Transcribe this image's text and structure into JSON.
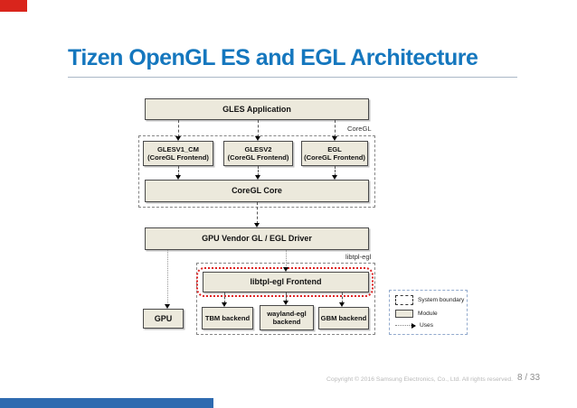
{
  "slide": {
    "title": "Tizen OpenGL ES and EGL Architecture",
    "copyright": "Copyright © 2016 Samsung Electronics, Co., Ltd. All rights reserved.",
    "page_number": "8 / 33"
  },
  "diagram": {
    "nodes": {
      "gles_app": {
        "label": "GLES Application"
      },
      "glesv1": {
        "line1": "GLESV1_CM",
        "line2": "(CoreGL Frontend)"
      },
      "glesv2": {
        "line1": "GLESV2",
        "line2": "(CoreGL Frontend)"
      },
      "egl": {
        "line1": "EGL",
        "line2": "(CoreGL Frontend)"
      },
      "coregl_core": {
        "label": "CoreGL Core"
      },
      "gpu_vendor": {
        "label": "GPU Vendor GL / EGL Driver"
      },
      "libtpl_frontend": {
        "label": "libtpl-egl Frontend"
      },
      "gpu": {
        "label": "GPU"
      },
      "tbm": {
        "label": "TBM backend"
      },
      "wayland": {
        "line1": "wayland-egl",
        "line2": "backend"
      },
      "gbm": {
        "label": "GBM backend"
      }
    },
    "boundaries": {
      "coregl": {
        "label": "CoreGL"
      },
      "libtpl": {
        "label": "libtpl-egl"
      }
    },
    "legend": {
      "system_boundary": "System boundary",
      "module": "Module",
      "uses": "Uses"
    }
  },
  "colors": {
    "title_blue": "#1577be",
    "module_fill": "#ece9dc",
    "module_border": "#4a4a4a",
    "boundary_gray": "#858585",
    "highlight_red": "#dd2222",
    "legend_border": "#92aacd",
    "corner_accent_red": "#d9251c",
    "bottom_bar_blue": "#2e6bb0",
    "footer_gray": "#b9b9b9"
  }
}
